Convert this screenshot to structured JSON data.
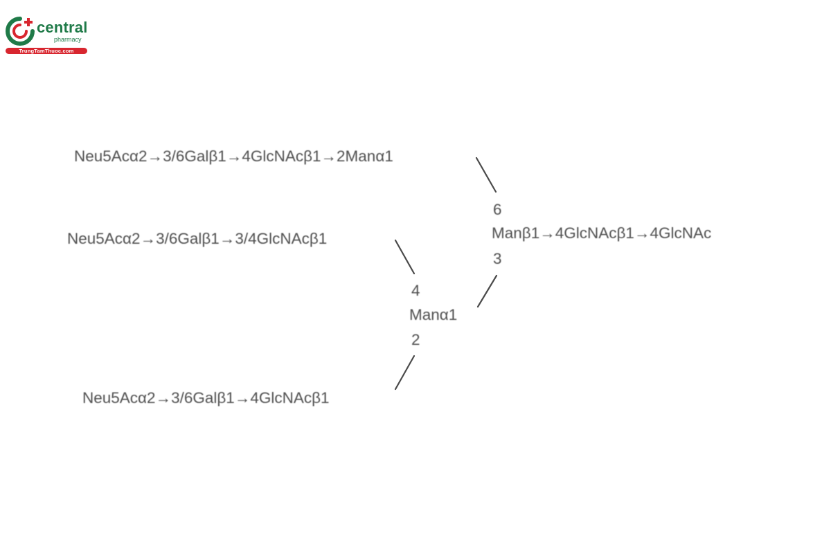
{
  "logo": {
    "name": "central",
    "subtitle": "pharmacy",
    "website": "TrungTamThuoc.com",
    "colors": {
      "green": "#1f7a48",
      "red": "#d8262f"
    },
    "icon": "central-pharmacy-logo-icon"
  },
  "glycan": {
    "branch_top": "Neu5Acα2→3/6Galβ1→4GlcNAcβ1→2Manα1",
    "branch_middle": "Neu5Acα2→3/6Galβ1→3/4GlcNAcβ1",
    "branch_bottom": "Neu5Acα2→3/6Galβ1→4GlcNAcβ1",
    "core": "Manβ1→4GlcNAcβ1→4GlcNAc",
    "core_link_upper": "6",
    "core_link_lower": "3",
    "lower_mannose": "Manα1",
    "lower_mannose_link_upper": "4",
    "lower_mannose_link_lower": "2",
    "text_color": "#4f4f4f"
  }
}
